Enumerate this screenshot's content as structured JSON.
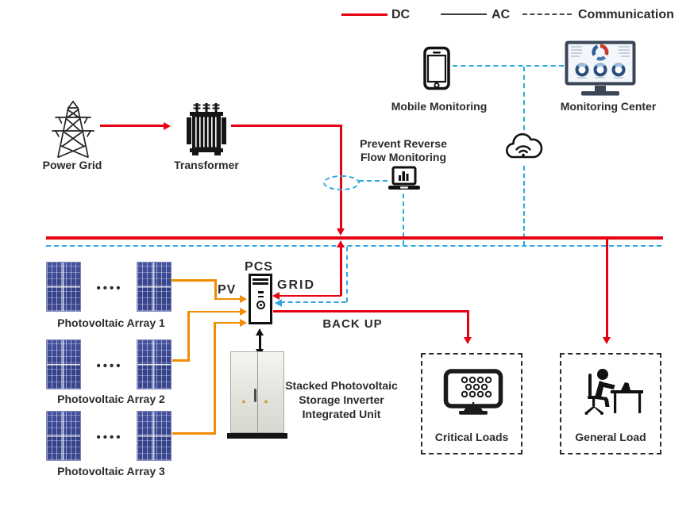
{
  "legend": {
    "dc": "DC",
    "ac": "AC",
    "communication": "Communication"
  },
  "monitoring": {
    "mobile_label": "Mobile Monitoring",
    "center_label": "Monitoring Center"
  },
  "grid_section": {
    "power_grid_label": "Power Grid",
    "transformer_label": "Transformer",
    "prevent_line1": "Prevent Reverse",
    "prevent_line2": "Flow Monitoring"
  },
  "pcs_section": {
    "pcs_label": "PCS",
    "grid_label": "GRID",
    "pv_label": "PV",
    "backup_label": "BACK UP",
    "cabinet_line1": "Stacked Photovoltaic",
    "cabinet_line2": "Storage Inverter",
    "cabinet_line3": "Integrated Unit"
  },
  "arrays": {
    "dots": "••••",
    "items": [
      {
        "label": "Photovoltaic Array 1"
      },
      {
        "label": "Photovoltaic Array 2"
      },
      {
        "label": "Photovoltaic Array 3"
      }
    ]
  },
  "loads": {
    "critical_label": "Critical Loads",
    "general_label": "General Load"
  },
  "colors": {
    "dc_red": "#e60012",
    "ac_black": "#3a3a3a",
    "communication_blue": "#2fa8e1",
    "pv_orange": "#f08c00",
    "panel_blue": "#333f85"
  }
}
